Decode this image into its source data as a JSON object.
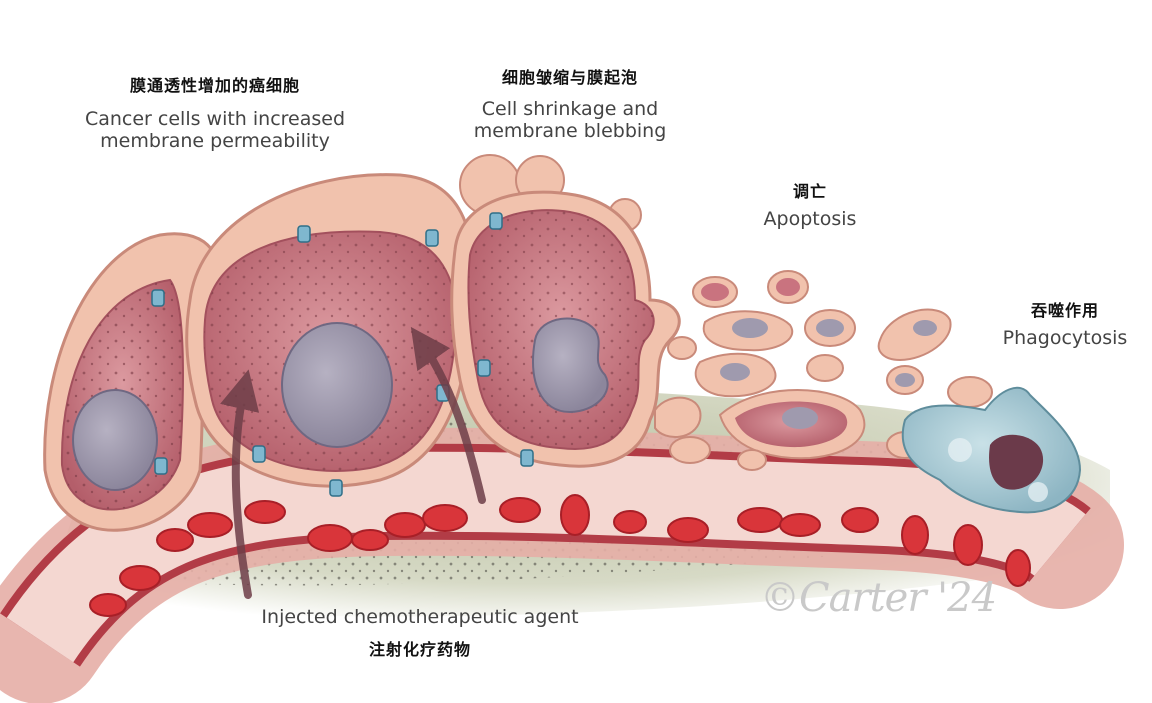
{
  "labels": {
    "cancer_cells": {
      "zh": "膜通透性增加的癌细胞",
      "en_line1": "Cancer cells with increased",
      "en_line2": "membrane permeability"
    },
    "shrinkage": {
      "zh": "细胞皱缩与膜起泡",
      "en_line1": "Cell shrinkage and",
      "en_line2": "membrane blebbing"
    },
    "apoptosis": {
      "zh": "调亡",
      "en": "Apoptosis"
    },
    "phagocytosis": {
      "zh": "吞噬作用",
      "en": "Phagocytosis"
    },
    "agent": {
      "en": "Injected chemotherapeutic agent",
      "zh": "注射化疗药物"
    }
  },
  "signature": "©Carter '24",
  "colors": {
    "cell_outer": "#f1c2ad",
    "cell_inner": "#c9737f",
    "nucleus": "#9f9aae",
    "vessel_wall": "#e2a69e",
    "blood_cell": "#d9353a",
    "macrophage": "#9fc3cf",
    "tissue": "#b9c0a1"
  }
}
